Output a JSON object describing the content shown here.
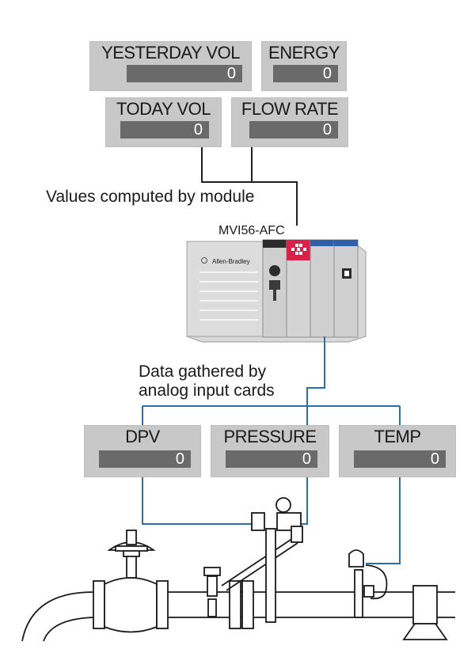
{
  "tags": {
    "yesterday_vol": {
      "label": "YESTERDAY VOL",
      "value": "0"
    },
    "energy": {
      "label": "ENERGY",
      "value": "0"
    },
    "today_vol": {
      "label": "TODAY VOL",
      "value": "0"
    },
    "flow_rate": {
      "label": "FLOW RATE",
      "value": "0"
    },
    "dpv": {
      "label": "DPV",
      "value": "0"
    },
    "pressure": {
      "label": "PRESSURE",
      "value": "0"
    },
    "temp": {
      "label": "TEMP",
      "value": "0"
    }
  },
  "captions": {
    "computed": "Values computed by module",
    "gathered_line1": "Data gathered by",
    "gathered_line2": "analog input cards"
  },
  "module": {
    "name": "MVI56-AFC",
    "brand": "Allen-Bradley"
  },
  "colors": {
    "panel": "#c8c8c8",
    "value_bar": "#6a6a6a",
    "module_wire": "#1f1f1f",
    "field_wire": "#2a6fa8",
    "card_accent": "#d7234a"
  }
}
